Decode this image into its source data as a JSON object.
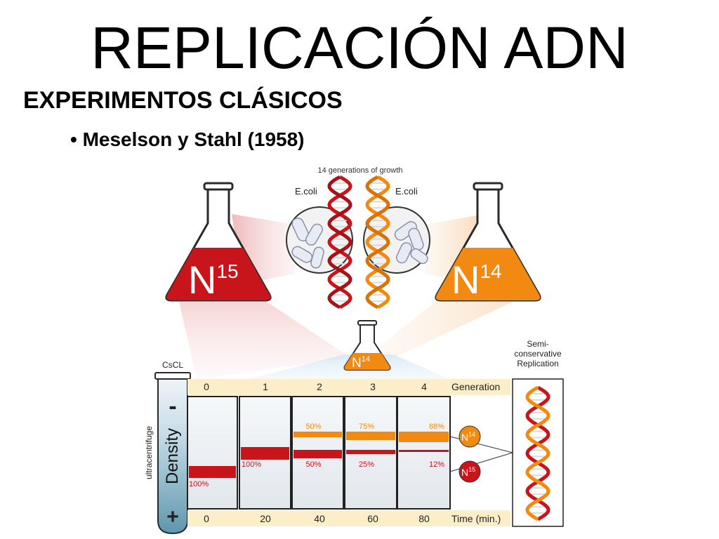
{
  "slide": {
    "title": "REPLICACIÓN ADN",
    "subtitle": "EXPERIMENTOS CLÁSICOS",
    "bullet": "• Meselson y Stahl (1958)"
  },
  "diagram": {
    "growth_label": "14 generations of growth",
    "ecoli_left": "E.coli",
    "ecoli_right": "E.coli",
    "flask_left": {
      "base": "N",
      "sup": "15"
    },
    "flask_right": {
      "base": "N",
      "sup": "14"
    },
    "flask_small": {
      "base": "N",
      "sup": "14"
    },
    "tube_label": "CsCL",
    "tube_minus": "-",
    "tube_plus": "+",
    "density_label": "Density",
    "ultracentrifuge_label": "ultracentrifuge",
    "generation_label": "Generation",
    "generations": [
      "0",
      "1",
      "2",
      "3",
      "4"
    ],
    "time_label": "Time (min.)",
    "times": [
      "0",
      "20",
      "40",
      "60",
      "80"
    ],
    "n14_pct": [
      "",
      "",
      "50%",
      "75%",
      "88%"
    ],
    "n15_pct": [
      "100%",
      "100%",
      "50%",
      "25%",
      "12%"
    ],
    "legend_n14": {
      "base": "N",
      "sup": "14"
    },
    "legend_n15": {
      "base": "N",
      "sup": "15"
    },
    "semi_line1": "Semi-",
    "semi_line2": "conservative",
    "semi_line3": "Replication",
    "colors": {
      "n15": "#c8141b",
      "n14": "#f28a12",
      "dark": "#222222",
      "beige": "#fbeec8",
      "gel": "#eef1f5"
    }
  }
}
